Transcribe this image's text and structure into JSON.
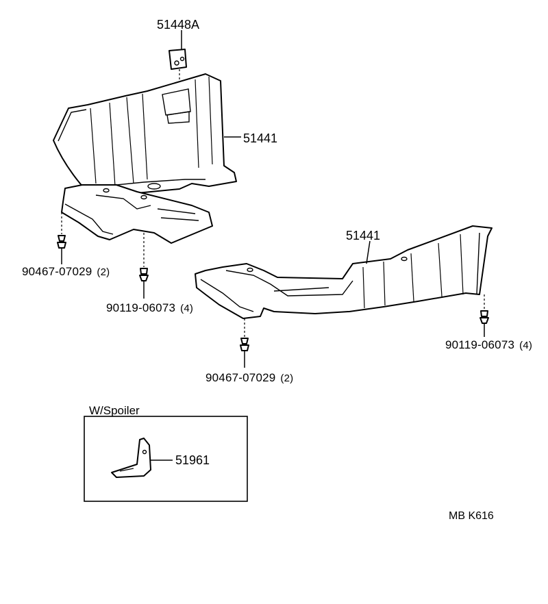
{
  "labels": {
    "bracket_plate": "51448A",
    "cover_upper": "51441",
    "cover_lower": "51441",
    "clip_left": {
      "part": "90467-07029",
      "qty": "(2)"
    },
    "screw_left": {
      "part": "90119-06073",
      "qty": "(4)"
    },
    "clip_right": {
      "part": "90467-07029",
      "qty": "(2)"
    },
    "screw_right": {
      "part": "90119-06073",
      "qty": "(4)"
    },
    "spoiler_box_title": "W/Spoiler",
    "spoiler_bracket": "51961",
    "diagram_ref": "MB K616"
  }
}
